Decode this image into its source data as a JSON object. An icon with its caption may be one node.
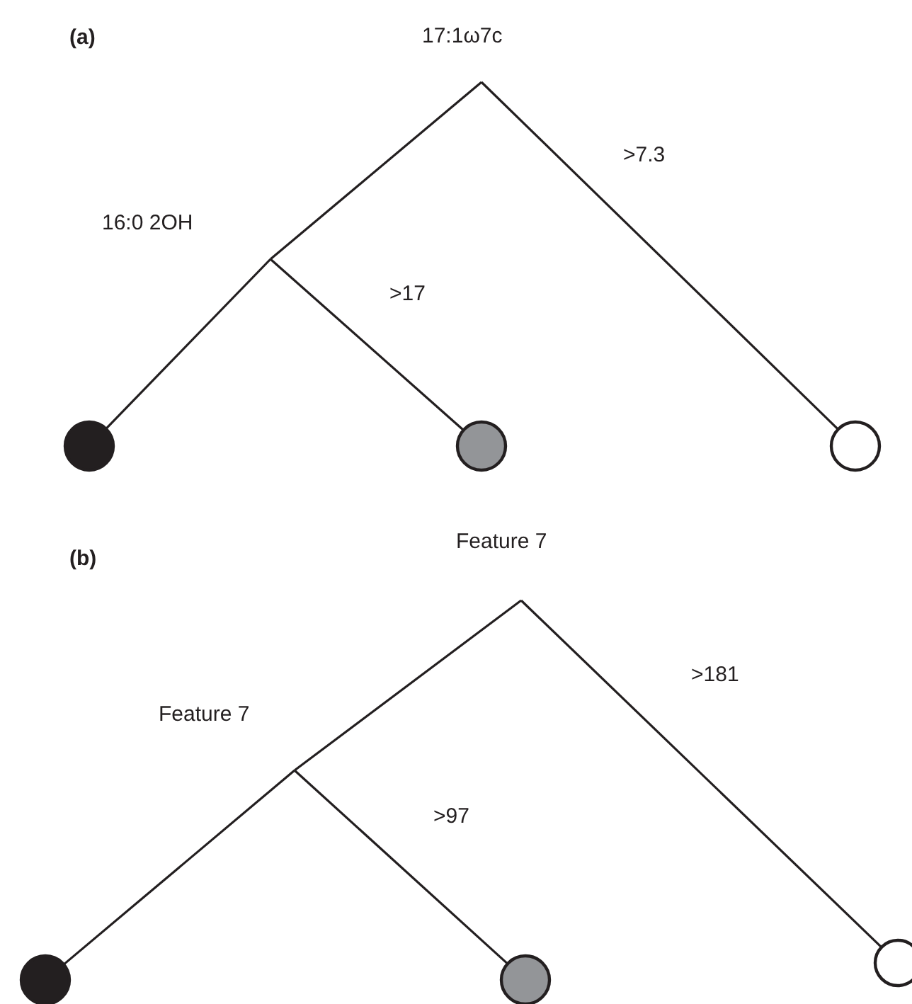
{
  "diagram": {
    "nodes": [
      {
        "text": [
          "17:1ω7c"
        ]
      },
      {
        "text": [
          "16:0 2OH"
        ]
      },
      {
        "text": [],
        "shape": "circle"
      },
      {
        "text": [],
        "shape": "circle"
      },
      {
        "text": [],
        "shape": "circle"
      },
      {
        "text": [
          "Feature 7"
        ]
      },
      {
        "text": [
          "Feature 7"
        ]
      },
      {
        "text": [],
        "shape": "circle"
      },
      {
        "text": [],
        "shape": "circle"
      },
      {
        "text": [],
        "shape": "circle"
      }
    ],
    "edges": [
      {
        "from": 0,
        "to": 1,
        "arrow": "none"
      },
      {
        "from": 0,
        "to": 4,
        "arrow": "none",
        "label": ">7.3"
      },
      {
        "from": 1,
        "to": 2,
        "arrow": "none"
      },
      {
        "from": 1,
        "to": 3,
        "arrow": "none",
        "label": ">17"
      },
      {
        "from": 5,
        "to": 6,
        "arrow": "none"
      },
      {
        "from": 5,
        "to": 9,
        "arrow": "none",
        "label": ">181"
      },
      {
        "from": 6,
        "to": 7,
        "arrow": "none"
      },
      {
        "from": 6,
        "to": 8,
        "arrow": "none",
        "label": ">97"
      }
    ],
    "labels": [
      "(a)",
      "(b)"
    ]
  }
}
